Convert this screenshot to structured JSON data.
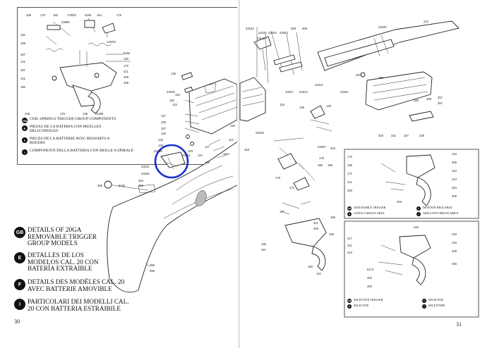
{
  "left_page": {
    "page_number": "30",
    "coil_springs_box": {
      "part_labels": [
        "168",
        "170",
        "160",
        "175/03",
        "5165",
        "164",
        "175",
        "23090",
        "118",
        "158",
        "175/03",
        "167",
        "141",
        "6162",
        "120",
        "170",
        "411",
        "409",
        "167",
        "131",
        "180",
        "408",
        "248",
        "176",
        "135",
        "21190"
      ],
      "legend": [
        {
          "code": "GB",
          "text": "COIL SPRINGS TRIGGER GROUP COMPONENTS"
        },
        {
          "code": "E",
          "text": "PIEZAS DE LA BATERIA CON MUELLES HELICOIDALES"
        },
        {
          "code": "F",
          "text": "PIECES DE LA BATTERIE AVEC RESSORTS A BOUDIN"
        },
        {
          "code": "I",
          "text": "COMPONENTI DELLA BATTERIA CON MOLLE A SPIRALE"
        }
      ]
    },
    "part_labels": [
      "145",
      "116",
      "23105",
      "118",
      "124",
      "127",
      "106",
      "107",
      "119",
      "122",
      "125",
      "24105",
      "123",
      "23115",
      "23110",
      "23105",
      "354",
      "353",
      "355",
      "6162",
      "356",
      "358",
      "117",
      "121",
      "129",
      "112",
      "114",
      "118"
    ],
    "details_legend": [
      {
        "code": "GB",
        "text": "DETAILS OF 20GA REMOVABLE TRIGGER GROUP MODELS"
      },
      {
        "code": "E",
        "text": "DETALLES DE LOS MODELOS CAL. 20 CON BATERÍA EXTRAIBLE"
      },
      {
        "code": "F",
        "text": "DETAILS DES MODÈLES CAL. 20 AVEC BATTERIE AMOVIBLE"
      },
      {
        "code": "I",
        "text": "PARTICOLARI DEI MODELLI CAL. 20 CON BATTERIA ESTRAIBILE"
      }
    ]
  },
  "right_page": {
    "page_number": "31",
    "part_labels": [
      "23103",
      "24100",
      "23204",
      "23203",
      "308",
      "308",
      "23200",
      "212",
      "23115",
      "207",
      "350",
      "23317",
      "23313",
      "23314",
      "23321",
      "328",
      "330",
      "357",
      "357",
      "134",
      "136",
      "130",
      "326",
      "331",
      "327",
      "329",
      "23109",
      "163",
      "24307",
      "323",
      "166",
      "165",
      "178",
      "175",
      "174",
      "177",
      "158",
      "157",
      "155",
      "166",
      "411",
      "409",
      "110",
      "180"
    ],
    "adjustable_box": {
      "part_labels": [
        "172",
        "165",
        "410",
        "171",
        "406",
        "412",
        "413",
        "404",
        "411",
        "405",
        "400",
        "403"
      ],
      "legend": [
        {
          "code": "GB",
          "text": "ADJUSTABLE TRIGGER"
        },
        {
          "code": "E",
          "text": "GATILLO REGULABLE"
        },
        {
          "code": "F",
          "text": "DETENTE REGLABLE"
        },
        {
          "code": "I",
          "text": "GRILLETTO REGOLABILE"
        }
      ]
    },
    "selective_box": {
      "part_labels": [
        "423",
        "417",
        "411",
        "410",
        "6172",
        "419",
        "418",
        "408",
        "402",
        "400",
        "406"
      ],
      "legend": [
        {
          "code": "GB",
          "text": "SELECTIVE TRIGGER"
        },
        {
          "code": "E",
          "text": "SELECTOR"
        },
        {
          "code": "F",
          "text": "SELECTOR"
        },
        {
          "code": "I",
          "text": "SELETTORE"
        }
      ]
    }
  },
  "colors": {
    "highlight_circle": "#1a2fd0",
    "ink": "#222222"
  }
}
